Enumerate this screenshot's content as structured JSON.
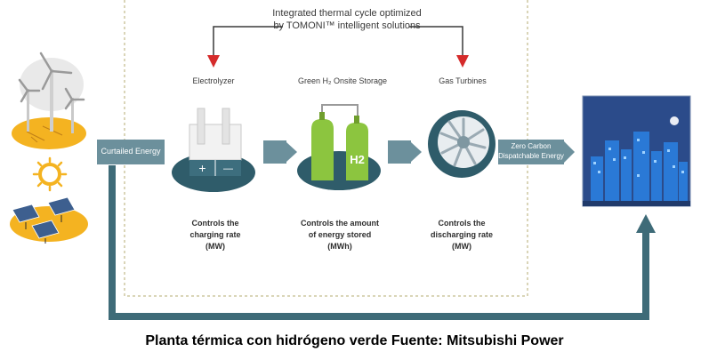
{
  "colors": {
    "flow_line": "#3e6b78",
    "arrow_box": "#6c909c",
    "red_arrow": "#d52b2b",
    "dashed_border": "#b6ab72",
    "sun_disc": "#f4b321",
    "tank_green": "#8cc53f",
    "disc_teal": "#2f5c6a",
    "city_sky": "#2b4b8a"
  },
  "header": {
    "line1": "Integrated thermal cycle optimized",
    "line2": "by TOMONI™ intelligent solutions"
  },
  "stages": [
    {
      "title": "Electrolyzer",
      "control_lines": [
        "Controls the",
        "charging rate",
        "(MW)"
      ]
    },
    {
      "title": "Green H₂ Onsite Storage",
      "control_lines": [
        "Controls the amount",
        "of energy stored",
        "(MWh)"
      ]
    },
    {
      "title": "Gas Turbines",
      "control_lines": [
        "Controls the",
        "discharging rate",
        "(MW)"
      ]
    }
  ],
  "labels": {
    "curtailed": "Curtailed Energy",
    "zero_carbon_line1": "Zero Carbon",
    "zero_carbon_line2": "Dispatchable Energy",
    "tank_symbol": "H2",
    "electrolyzer_plus": "+",
    "electrolyzer_minus": "—"
  },
  "caption": "Planta térmica con hidrógeno verde Fuente: Mitsubishi Power"
}
